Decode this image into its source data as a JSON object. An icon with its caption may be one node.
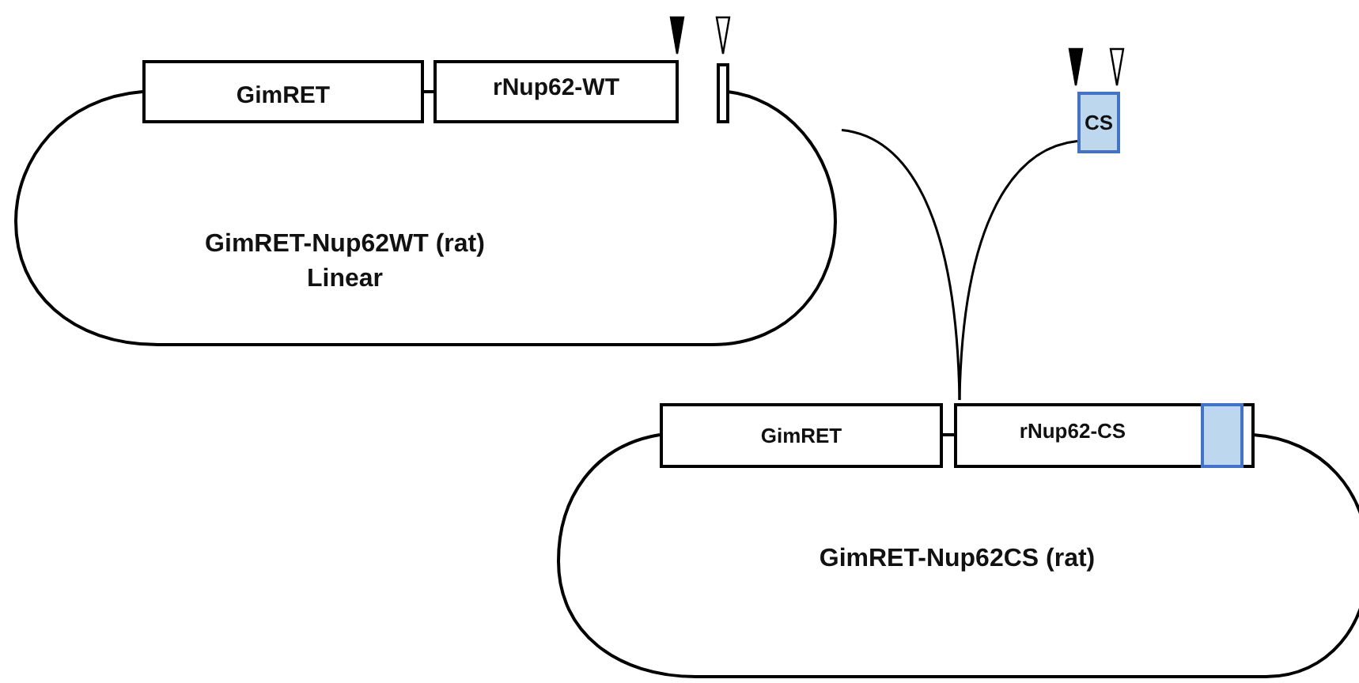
{
  "diagram": {
    "nodes": [
      {
        "text": [
          "GimRET-Nup62WT (rat)",
          "Linear"
        ]
      },
      {
        "text": [
          "GimRET"
        ],
        "in": 0
      },
      {
        "text": [
          "rNup62-WT"
        ],
        "in": 0
      },
      {
        "text": [],
        "shape": "box",
        "in": 0
      },
      {
        "text": [
          "CS"
        ]
      },
      {
        "text": [
          "GimRET-Nup62CS (rat)"
        ]
      },
      {
        "text": [
          "GimRET"
        ],
        "in": 5
      },
      {
        "text": [
          "rNup62-CS"
        ],
        "in": 5
      },
      {
        "text": [],
        "shape": "box",
        "in": 7
      }
    ],
    "edges": [
      {
        "from": 0,
        "to": 5,
        "arrow": "none"
      },
      {
        "from": 4,
        "to": 5,
        "arrow": "none"
      }
    ]
  }
}
